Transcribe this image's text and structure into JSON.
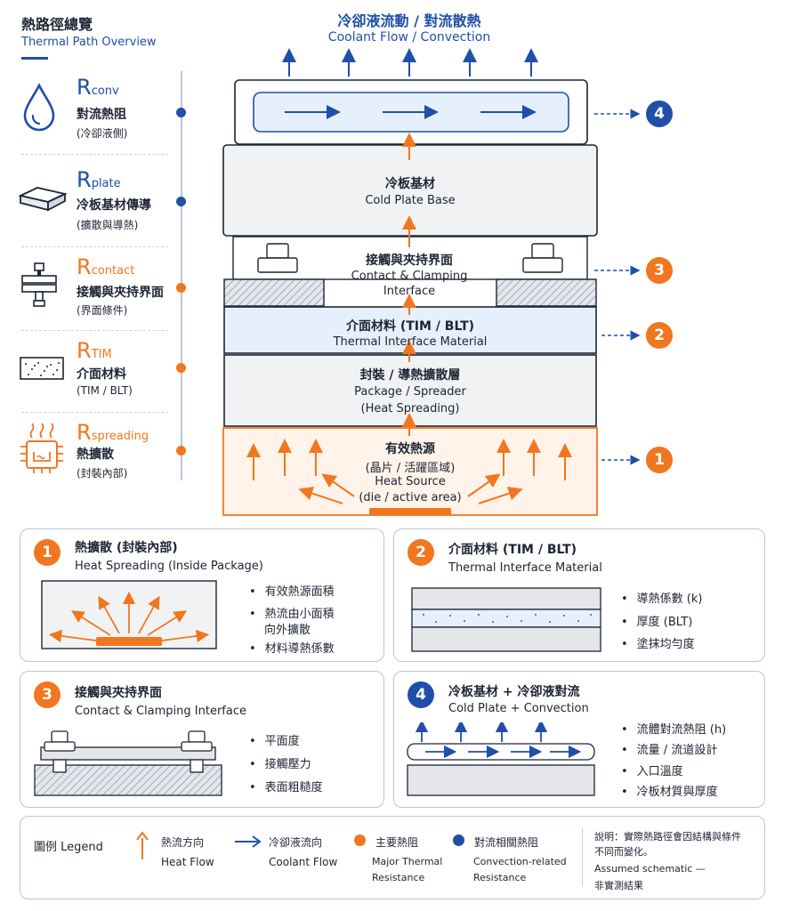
{
  "overview": {
    "title_zh": "熱路徑總覽",
    "title_en": "Thermal Path Overview"
  },
  "top": {
    "title_zh": "冷卻液流動 / 對流散熱",
    "title_en": "Coolant Flow / Convection"
  },
  "resistances": [
    {
      "symbol": "R",
      "sub": "conv",
      "zh": "對流熱阻",
      "note": "(冷卻液側)",
      "icon": "droplet-icon",
      "dot": "#1f4fa8"
    },
    {
      "symbol": "R",
      "sub": "plate",
      "zh": "冷板基材傳導",
      "note": "(擴散與導熱)",
      "icon": "plate-icon",
      "dot": "#1f4fa8"
    },
    {
      "symbol": "R",
      "sub": "contact",
      "zh": "接觸與夾持界面",
      "note": "(界面條件)",
      "icon": "clamp-icon",
      "dot": "#f0771f"
    },
    {
      "symbol": "R",
      "sub": "TIM",
      "zh": "介面材料",
      "note": "(TIM / BLT)",
      "icon": "tim-icon",
      "dot": "#f0771f"
    },
    {
      "symbol": "R",
      "sub": "spreading",
      "zh": "熱擴散",
      "note": "(封裝內部)",
      "icon": "chip-icon",
      "dot": "#f0771f"
    }
  ],
  "stack": {
    "cold_plate_zh": "冷板基材",
    "cold_plate_en": "Cold Plate Base",
    "contact_zh": "接觸與夾持界面",
    "contact_en1": "Contact & Clamping",
    "contact_en2": "Interface",
    "tim_zh": "介面材料 (TIM / BLT)",
    "tim_en": "Thermal Interface Material",
    "package_zh": "封裝 / 導熱擴散層",
    "package_en1": "Package / Spreader",
    "package_en2": "(Heat Spreading)",
    "source_zh1": "有效熱源",
    "source_zh2": "(晶片 / 活躍區域)",
    "source_en1": "Heat Source",
    "source_en2": "(die / active area)"
  },
  "markers": [
    "4",
    "3",
    "2",
    "1"
  ],
  "cards": [
    {
      "num": "1",
      "zh": "熱擴散 (封裝內部)",
      "en": "Heat Spreading (Inside Package)",
      "bullets": [
        "有效熱源面積",
        "熱流由小面積",
        "向外擴散",
        "材料導熱係數"
      ]
    },
    {
      "num": "2",
      "zh": "介面材料 (TIM / BLT)",
      "en": "Thermal Interface Material",
      "bullets": [
        "導熱係數 (k)",
        "厚度 (BLT)",
        "塗抹均勻度"
      ]
    },
    {
      "num": "3",
      "zh": "接觸與夾持界面",
      "en": "Contact & Clamping Interface",
      "bullets": [
        "平面度",
        "接觸壓力",
        "表面粗糙度"
      ]
    },
    {
      "num": "4",
      "zh": "冷板基材 + 冷卻液對流",
      "en": "Cold Plate + Convection",
      "bullets": [
        "流體對流熱阻 (h)",
        "流量 / 流道設計",
        "入口溫度",
        "冷板材質與厚度"
      ]
    }
  ],
  "legend": {
    "title": "圖例 Legend",
    "heat_flow_zh": "熱流方向",
    "heat_flow_en": "Heat Flow",
    "coolant_zh": "冷卻液流向",
    "coolant_en": "Coolant Flow",
    "major_zh": "主要熱阻",
    "major_en1": "Major Thermal",
    "major_en2": "Resistance",
    "conv_zh": "對流相關熱阻",
    "conv_en1": "Convection-related",
    "conv_en2": "Resistance",
    "note1": "說明：實際熱路徑會因結構與條件",
    "note2": "不同而變化。",
    "note3": "Assumed schematic —",
    "note4": "非實測結果"
  },
  "colors": {
    "navy": "#1f4fa8",
    "orange": "#f0771f",
    "heat_fill": "#fff3ea",
    "tim_fill": "#e6f0fc"
  }
}
